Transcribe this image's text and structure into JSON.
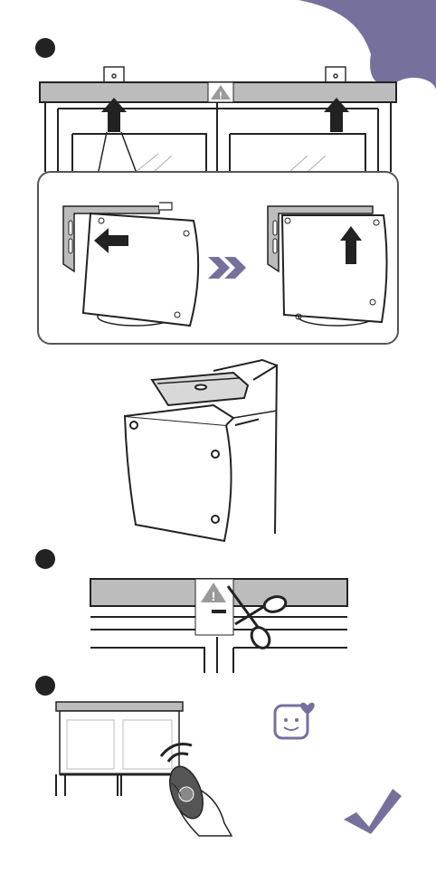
{
  "colors": {
    "accent": "#76709c",
    "rail": "#bcbcbc",
    "ink": "#222222",
    "panel_border": "#555555",
    "panel_fill": "#ffffff"
  },
  "steps": [
    {
      "id": 1,
      "icon": "step-1-dot"
    },
    {
      "id": 2,
      "icon": "step-2-dot"
    },
    {
      "id": 3,
      "icon": "step-3-dot"
    }
  ],
  "icons": {
    "warning": "warning-triangle-icon",
    "arrow": "arrow-icon",
    "chevrons": "double-chevron-icon",
    "scissors": "scissors-icon",
    "happy": "happy-face-heart-icon",
    "check": "checkmark-icon",
    "remote": "remote-control-icon"
  }
}
